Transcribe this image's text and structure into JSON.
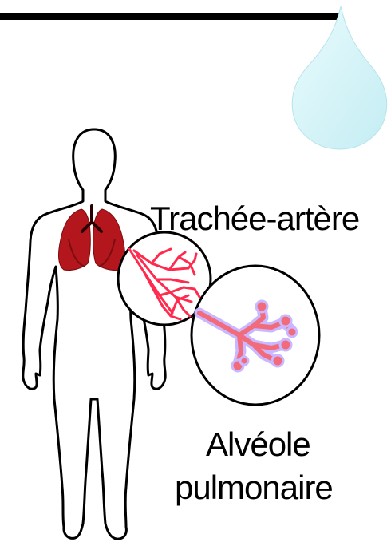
{
  "labels": {
    "trachee": "Trachée-artère",
    "alveole_line1": "Alvéole",
    "alveole_line2": "pulmonaire"
  },
  "colors": {
    "outline": "#000000",
    "lungs": "#b3161c",
    "lungs_dark": "#7d0c10",
    "bronchi": "#ff2a4d",
    "alveoli_fill": "#f26b7b",
    "alveoli_halo": "#c9b8ff",
    "drop": "#d2f3f7"
  },
  "icons": {
    "drop": "water-drop-icon",
    "body": "human-body-outline",
    "lungs": "lungs-icon"
  }
}
